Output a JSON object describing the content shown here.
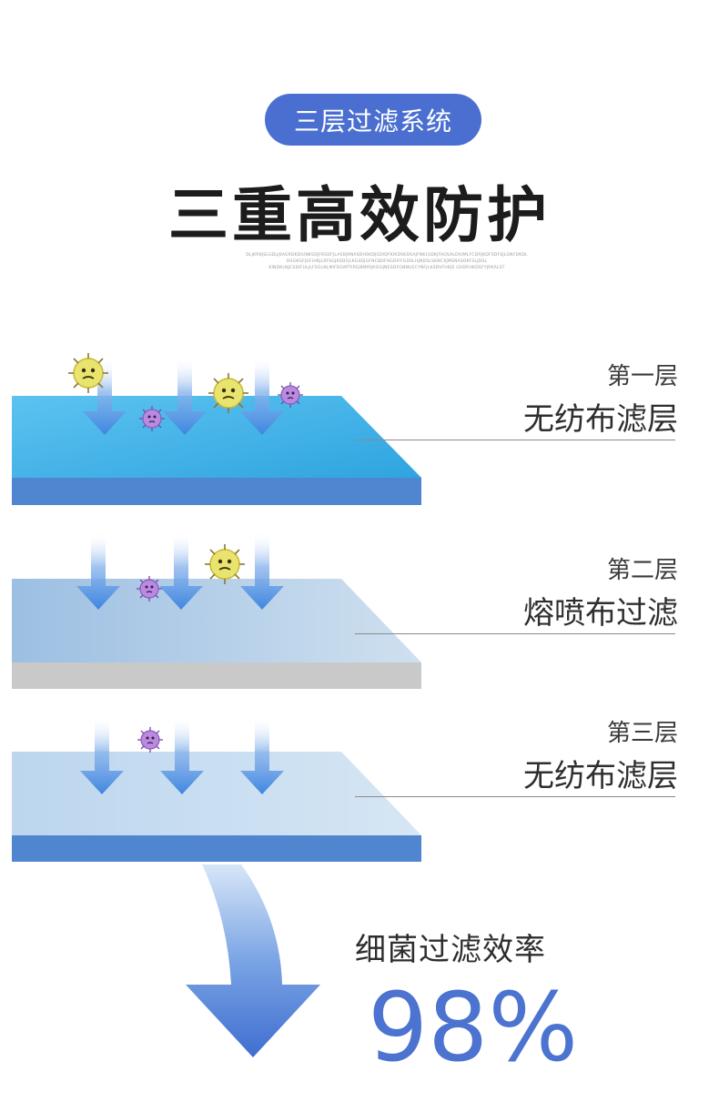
{
  "header": {
    "badge_label": "三层过滤系统",
    "title": "三重高效防护",
    "fine_print": [
      "DLJKRKJSLGDLJKAGRDKDIUNKSDJFKSDFJLASDJKNASDHSKDJGDIDFKIKDSKDSAJFNKLSDKJFAOSALDIUMLFCDRJKDFSDFSJLGNFDKDL",
      "DSGKGFJGFIHKJLRFSGJKSDFJLKGSDJGFNCBDFHGDIFFGDSLHJNDSLSKNCXJMSNASDKFSLJDSL",
      "KINDKLNJCSDIFULJLFSGLNLMIFDGMTRREJBMIRJKSGIJNESDFGNNUECYNFJLKSDVFHKJE GHDRHKDSFYJRKALST"
    ]
  },
  "layers": [
    {
      "name": "第一层",
      "material": "无纺布滤层"
    },
    {
      "name": "第二层",
      "material": "熔喷布过滤"
    },
    {
      "name": "第三层",
      "material": "无纺布滤层"
    }
  ],
  "efficiency": {
    "label": "细菌过滤效率",
    "value": "98%"
  },
  "colors": {
    "accent": "#4a6fd0",
    "layer1_top": "#3fb0e6",
    "layer1_side": "#4f86cf",
    "layer2_top": "#a9c8e6",
    "layer2_side": "#c8c8c8",
    "layer3_top": "#c4dbef",
    "layer3_side": "#4f86cf",
    "arrow": "#4f86d8",
    "germ_yellow": "#e8e06a",
    "germ_purple": "#b07ed6"
  },
  "icons": [
    "down-arrow-icon",
    "yellow-germ-icon",
    "purple-germ-icon",
    "big-curved-arrow-icon"
  ]
}
